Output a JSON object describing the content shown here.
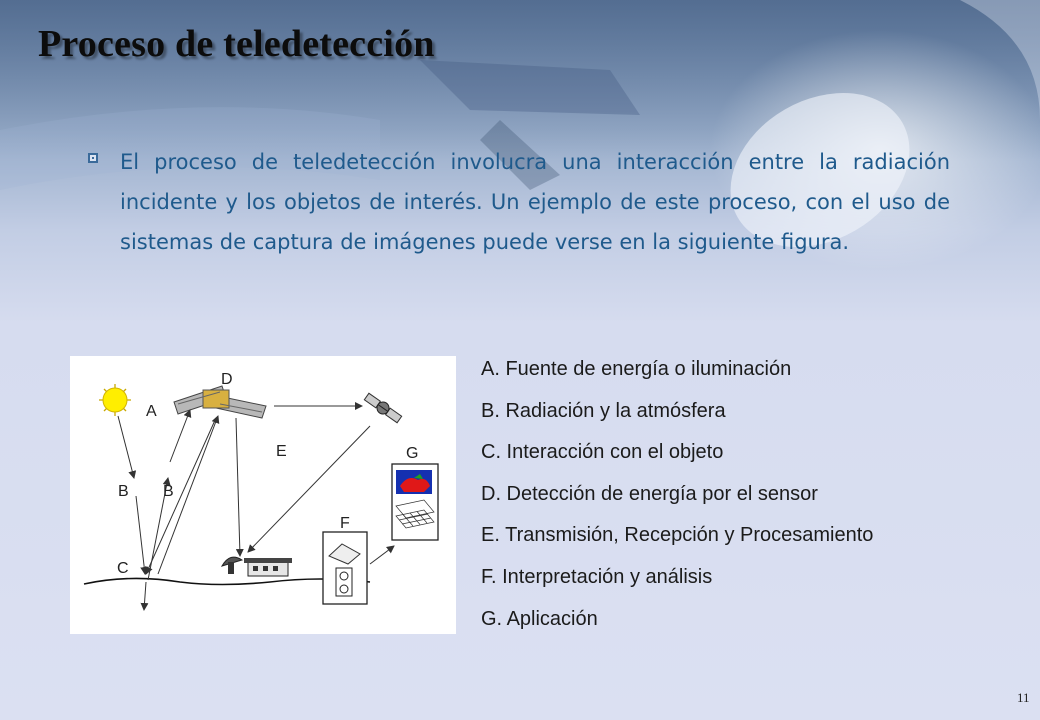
{
  "slide": {
    "title": "Proceso de teledetección",
    "bullet": "El proceso de teledetección involucra una interacción entre la radiación incidente y los objetos de interés. Un ejemplo de este proceso, con el uso de sistemas de captura de imágenes puede verse en la siguiente figura.",
    "figure_labels": {
      "a": "A",
      "b1": "B",
      "b2": "B",
      "c": "C",
      "d": "D",
      "e": "E",
      "f": "F",
      "g": "G"
    },
    "legend": [
      "A. Fuente de energía o iluminación",
      "B. Radiación y la atmósfera",
      "C. Interacción con el objeto",
      "D. Detección de energía por el sensor",
      "E. Transmisión, Recepción y Procesamiento",
      "F. Interpretación y análisis",
      "G. Aplicación"
    ],
    "page_number": "11"
  },
  "colors": {
    "title": "#0c0c0c",
    "bullet_text": "#1f5a8c",
    "sun": "#ffee00"
  }
}
